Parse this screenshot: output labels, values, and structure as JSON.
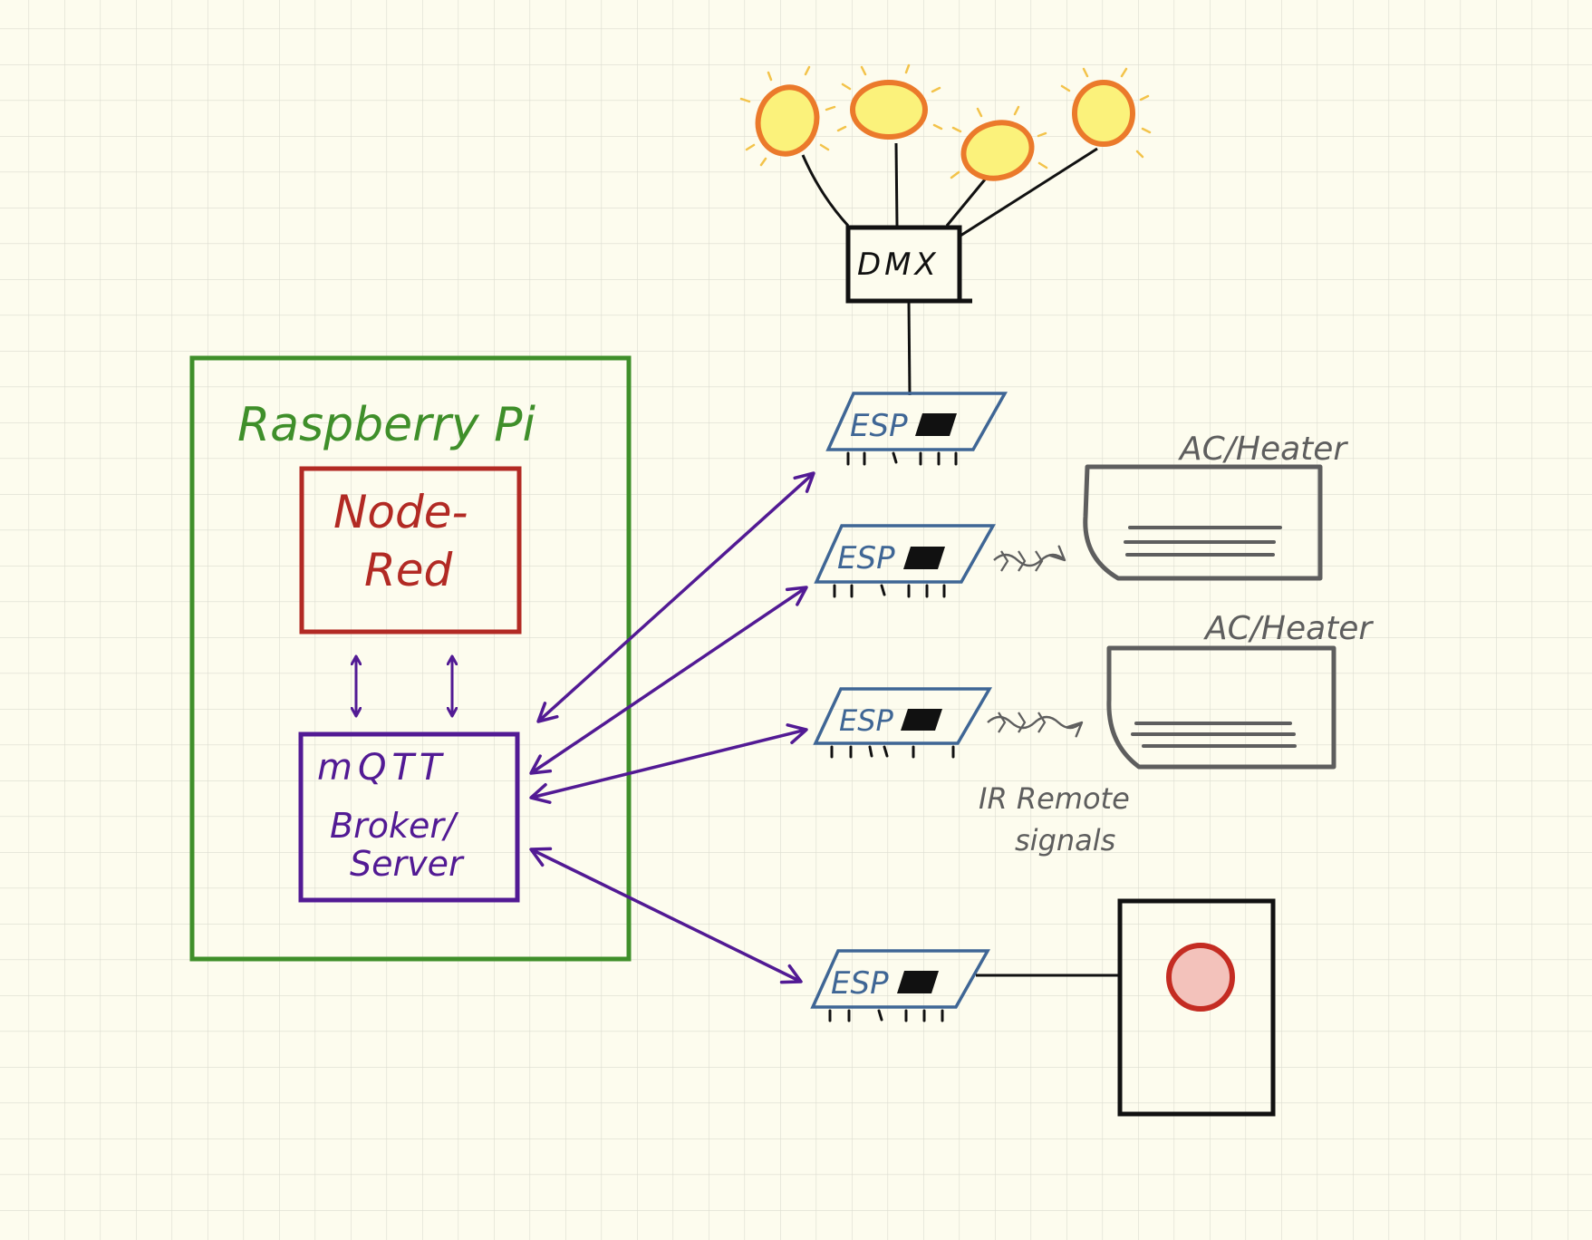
{
  "labels": {
    "raspberry_pi": "Raspberry Pi",
    "node_red_line1": "Node-",
    "node_red_line2": "Red",
    "mqtt_line1": "mQTT",
    "mqtt_line2": "Broker/",
    "mqtt_line3": "Server",
    "dmx": "DMX",
    "esp": "ESP",
    "ac_heater_1": "AC/Heater",
    "ac_heater_2": "AC/Heater",
    "ir_line1": "IR Remote",
    "ir_line2": "signals"
  },
  "colors": {
    "background": "#fdfcee",
    "grid": "#dcdcd0",
    "raspberry_pi": "#3f8f2a",
    "node_red": "#b22a24",
    "mqtt": "#521a94",
    "esp_outline": "#3f6695",
    "appliance": "#5e5e5e",
    "bulb_fill": "#fbf27b",
    "bulb_outline": "#eb7a2b",
    "bulb_rays": "#f3c34a",
    "button_fill": "#f3c2bb",
    "button_outline": "#c42c22",
    "ink": "#111111"
  },
  "icons": {
    "bulb": "light-bulb-icon",
    "chip": "chip-icon",
    "button": "push-button-icon"
  }
}
